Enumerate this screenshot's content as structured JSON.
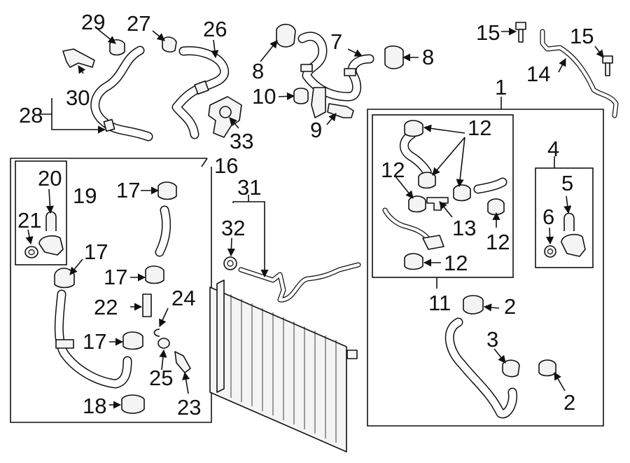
{
  "callouts": {
    "c1": "1",
    "c2a": "2",
    "c2b": "2",
    "c3": "3",
    "c4": "4",
    "c5": "5",
    "c6": "6",
    "c7": "7",
    "c8a": "8",
    "c8b": "8",
    "c9": "9",
    "c10": "10",
    "c11": "11",
    "c12a": "12",
    "c12b": "12",
    "c12c": "12",
    "c12d": "12",
    "c13": "13",
    "c14": "14",
    "c15a": "15",
    "c15b": "15",
    "c16": "16",
    "c17a": "17",
    "c17b": "17",
    "c17c": "17",
    "c17d": "17",
    "c18": "18",
    "c19": "19",
    "c20": "20",
    "c21": "21",
    "c22": "22",
    "c23": "23",
    "c24": "24",
    "c25": "25",
    "c26": "26",
    "c27": "27",
    "c28": "28",
    "c29": "29",
    "c30": "30",
    "c31": "31",
    "c32": "32",
    "c33": "33"
  },
  "colors": {
    "line": "#111111",
    "fill": "#f4f4f4",
    "background": "#ffffff"
  }
}
